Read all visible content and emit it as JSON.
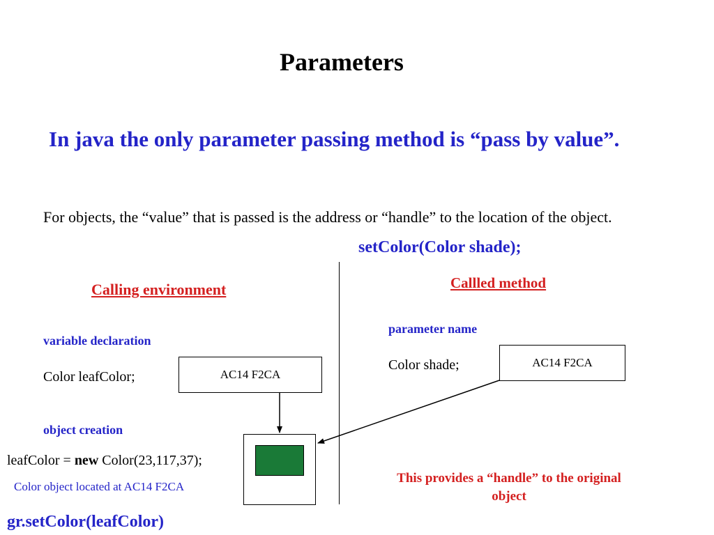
{
  "slide": {
    "title": "Parameters",
    "headline": "In java the only parameter passing method is “pass by value”.",
    "body": "For objects, the “value” that is passed is the address or “handle” to the location of the object.",
    "signature": "setColor(Color shade);"
  },
  "calling": {
    "heading": "Calling environment",
    "variable_label": "variable declaration",
    "declaration_code": "Color  leafColor;",
    "address_box": "AC14 F2CA",
    "object_label": "object creation",
    "creation_prefix": "leafColor = ",
    "creation_keyword": "new",
    "creation_suffix": " Color(23,117,37);",
    "location_note": "Color object located at AC14 F2CA",
    "call_code": "gr.setColor(leafColor)"
  },
  "called": {
    "heading": "Callled method",
    "parameter_label": "parameter name",
    "parameter_code": "Color  shade;",
    "address_box": "AC14 F2CA",
    "handle_note": "This provides a “handle” to the original object"
  },
  "colors": {
    "blue_text": "#2424c8",
    "red_text": "#d42020",
    "object_green": "#1a7a37"
  }
}
